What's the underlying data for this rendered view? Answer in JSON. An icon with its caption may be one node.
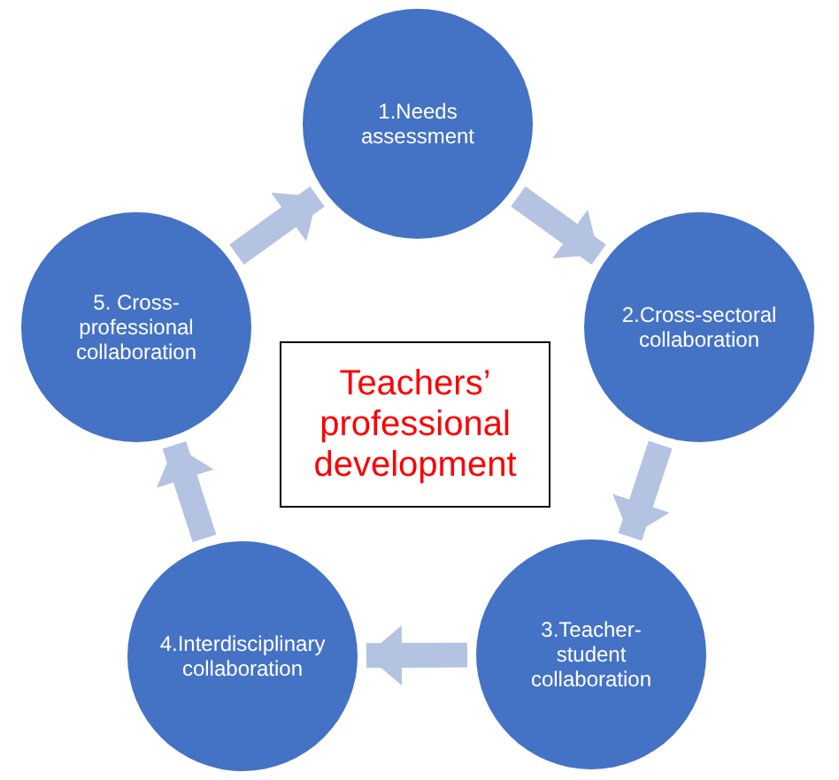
{
  "diagram": {
    "nodes": [
      {
        "text": [
          "1.Needs assessment"
        ]
      },
      {
        "text": [
          "2.Cross-sectoral collaboration"
        ]
      },
      {
        "text": [
          "3.Teacher-student collaboration"
        ]
      },
      {
        "text": [
          "4.Interdisciplinary collaboration"
        ]
      },
      {
        "text": [
          "5. Cross-professional collaboration"
        ]
      },
      {
        "text": [
          "Teachers’ professional development"
        ]
      }
    ],
    "edges": [
      {
        "from": 0,
        "to": 1,
        "arrow": "to"
      },
      {
        "from": 1,
        "to": 2,
        "arrow": "to"
      },
      {
        "from": 2,
        "to": 3,
        "arrow": "to"
      },
      {
        "from": 3,
        "to": 4,
        "arrow": "to"
      },
      {
        "from": 4,
        "to": 0,
        "arrow": "to"
      }
    ]
  }
}
